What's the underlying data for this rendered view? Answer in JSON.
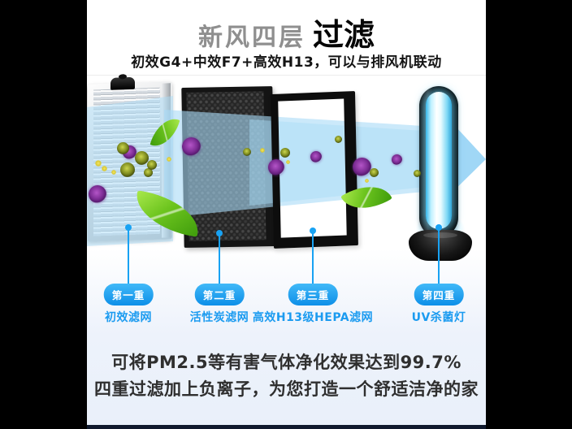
{
  "header": {
    "title_part1": "新风四层",
    "title_part2": "过滤",
    "subtitle": "初效G4+中效F7+高效H13，可以与排风机联动"
  },
  "stages": [
    {
      "pill": "第一重",
      "label": "初效滤网"
    },
    {
      "pill": "第二重",
      "label": "活性炭滤网"
    },
    {
      "pill": "第三重",
      "label": "高效H13级HEPA滤网"
    },
    {
      "pill": "第四重",
      "label": "UV杀菌灯"
    }
  ],
  "footer": {
    "line1": "可将PM2.5等有害气体净化效果达到99.7%",
    "line2": "四重过滤加上负离子，为您打造一个舒适洁净的家"
  },
  "colors": {
    "accent": "#18a2f3",
    "stream": "#a9dbf7",
    "arrow_head": "#8fd0f5",
    "label_text": "#1b9bf0",
    "bottom_bar": "#101a2e"
  }
}
